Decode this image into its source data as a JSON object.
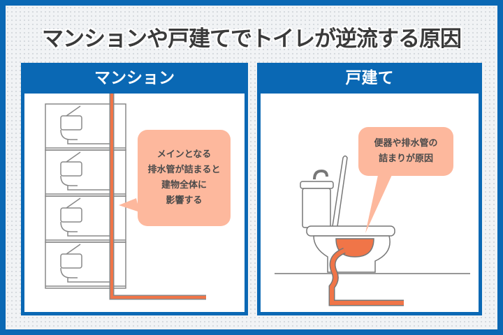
{
  "title": "マンションや戸建てでトイレが逆流する原因",
  "left_panel": {
    "header": "マンション",
    "bubble": [
      "メインとなる",
      "排水管が詰まると",
      "建物全体に",
      "影響する"
    ]
  },
  "right_panel": {
    "header": "戸建て",
    "bubble": [
      "便器や排水管の",
      "詰まりが原因"
    ]
  },
  "colors": {
    "frame": "#0a68b4",
    "pipe": "#f07548",
    "bubble": "#fdb89d"
  }
}
